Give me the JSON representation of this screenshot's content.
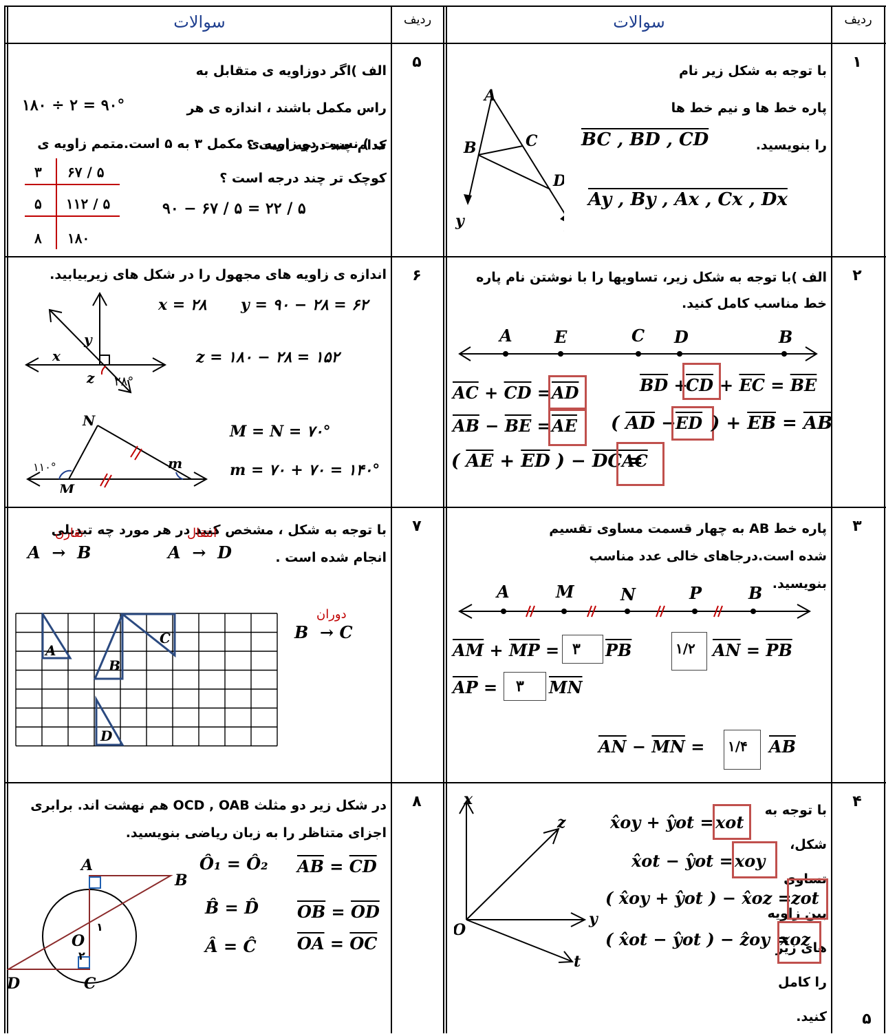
{
  "header": {
    "right_title": "سوالات",
    "right_index": "ردیف",
    "left_title": "سوالات",
    "left_index": "ردیف"
  },
  "page_number": "۵",
  "q1": {
    "num": "۱",
    "text": "با توجه به شکل زیر نام پاره خط ها و نیم خط ها را بنویسید.",
    "segments": "BC , BD , CD",
    "rays": "Ay , By , Ax , Cx , Dx"
  },
  "q2": {
    "num": "۲",
    "text": "الف )با توجه به شکل زیر، تساویها را با نوشتن نام پاره خط مناسب کامل کنید.",
    "points": [
      "A",
      "E",
      "C",
      "D",
      "B"
    ],
    "answers": [
      "AD",
      "CD",
      "AE",
      "ED",
      "AC"
    ]
  },
  "q3": {
    "num": "۳",
    "text": "پاره خط AB به چهار قسمت مساوی تقسیم شده است.درجاهای خالی عدد مناسب بنویسید.",
    "points": [
      "A",
      "M",
      "N",
      "P",
      "B"
    ],
    "answers": [
      "۳",
      "۱/۲",
      "۳",
      "۱/۴"
    ]
  },
  "q4": {
    "num": "۴",
    "text": "با توجه به شکل، تساوی بین زاویه های زیر را کامل کنید.",
    "answers": [
      "xot",
      "xoy",
      "zot",
      "xoz"
    ]
  },
  "q5": {
    "num": "۵",
    "text_a": "الف )اگر دوزاویه ی متقابل به راس مکمل باشند ، اندازه ی هر کدام چند درجه است ؟",
    "ans_a": "۱۸۰ ÷ ۲ = ۹۰°",
    "text_b": "ب ) نسبت دو زاویه ی مکمل ۳ به ۵ است.متمم زاویه ی کوچک تر چند درجه است ؟",
    "table": [
      [
        "۳",
        "۶۷ / ۵"
      ],
      [
        "۵",
        "۱۱۲ / ۵"
      ],
      [
        "۸",
        "۱۸۰"
      ]
    ],
    "ans_b": "۹۰ − ۶۷ / ۵ = ۲۲ / ۵"
  },
  "q6": {
    "num": "۶",
    "text": "اندازه ی زاویه های مجهول را در شکل های زیربیابید.",
    "ans": [
      "x = ۲۸",
      "y = ۹۰ − ۲۸ = ۶۲",
      "z = ۱۸۰ − ۲۸ = ۱۵۲",
      "M = N = ۷۰°",
      "m = ۷۰ + ۷۰ = ۱۴۰°"
    ],
    "angle1": "۲۸°",
    "angle2": "۱۱۰°"
  },
  "q7": {
    "num": "۷",
    "text": "با توجه به شکل ، مشخص کنید در هر مورد چه تبدیلی انجام شده است .",
    "t1": "تقارن",
    "t2": "انتقال",
    "t3": "دوران"
  },
  "q8": {
    "num": "۸",
    "text": "در شکل زیر دو مثلث OCD , OAB هم نهشت اند. برابری اجزای متناظر را به زبان ریاضی بنویسید."
  }
}
